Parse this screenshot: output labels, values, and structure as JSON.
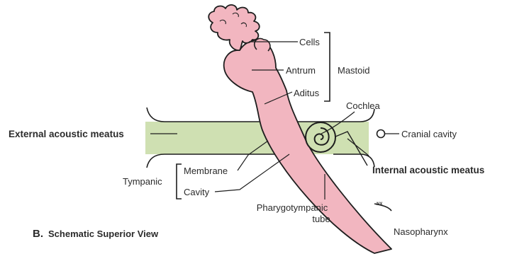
{
  "labels": {
    "cells": "Cells",
    "antrum": "Antrum",
    "aditus": "Aditus",
    "mastoid": "Mastoid",
    "cochlea": "Cochlea",
    "external_acoustic_meatus": "External acoustic meatus",
    "cranial_cavity": "Cranial cavity",
    "internal_acoustic_meatus": "Internal acoustic meatus",
    "tympanic": "Tympanic",
    "membrane": "Membrane",
    "cavity": "Cavity",
    "pharyngotympanic_tube_line1": "Pharygotympanic",
    "pharyngotympanic_tube_line2": "tube",
    "nasopharynx": "Nasopharynx",
    "nx_marker": "NX"
  },
  "caption": {
    "letter": "B.",
    "text": "Schematic Superior View"
  },
  "colors": {
    "pink_fill": "#f2b6c0",
    "green_fill": "#cfe0b2",
    "outline": "#1e1e1e",
    "label_text": "#2b2b2b"
  }
}
